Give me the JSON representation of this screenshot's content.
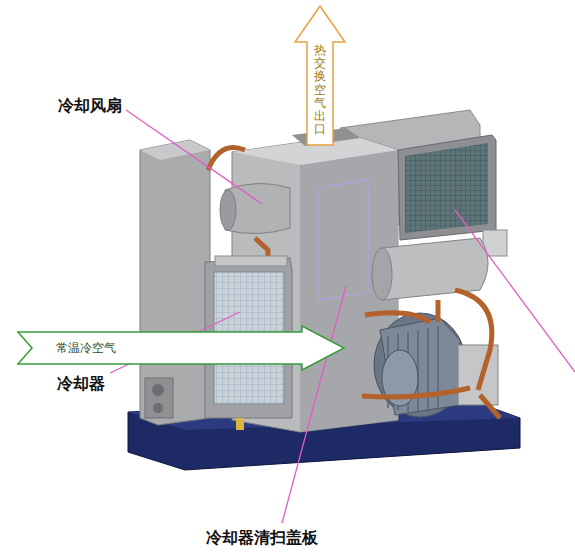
{
  "diagram": {
    "nodes": [
      {
        "text": [
          "热交换空气出口"
        ]
      },
      {
        "text": [
          "常温冷空气"
        ]
      }
    ],
    "edges": [],
    "labels": [
      "冷却风扇",
      "冷却器",
      "冷却器清扫盖板"
    ]
  }
}
